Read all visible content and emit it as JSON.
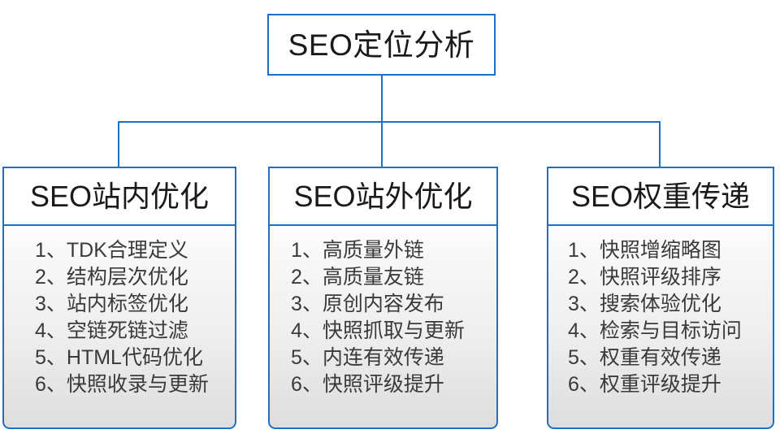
{
  "diagram": {
    "type": "hierarchy-tree",
    "accent_color": "#1f6fc4",
    "text_color": "#1a1a1a",
    "list_text_color": "#3a3a3a",
    "panel_fill_top": "#fdfdfd",
    "panel_fill_bottom": "#dedede",
    "root": {
      "label": "SEO定位分析"
    },
    "branches": [
      {
        "title": "SEO站内优化",
        "items": [
          "1、TDK合理定义",
          "2、结构层次优化",
          "3、站内标签优化",
          "4、空链死链过滤",
          "5、HTML代码优化",
          "6、快照收录与更新"
        ]
      },
      {
        "title": "SEO站外优化",
        "items": [
          "1、高质量外链",
          "2、高质量友链",
          "3、原创内容发布",
          "4、快照抓取与更新",
          "5、内连有效传递",
          "6、快照评级提升"
        ]
      },
      {
        "title": "SEO权重传递",
        "items": [
          "1、快照增缩略图",
          "2、快照评级排序",
          "3、搜索体验优化",
          "4、检索与目标访问",
          "5、权重有效传递",
          "6、权重评级提升"
        ]
      }
    ]
  }
}
